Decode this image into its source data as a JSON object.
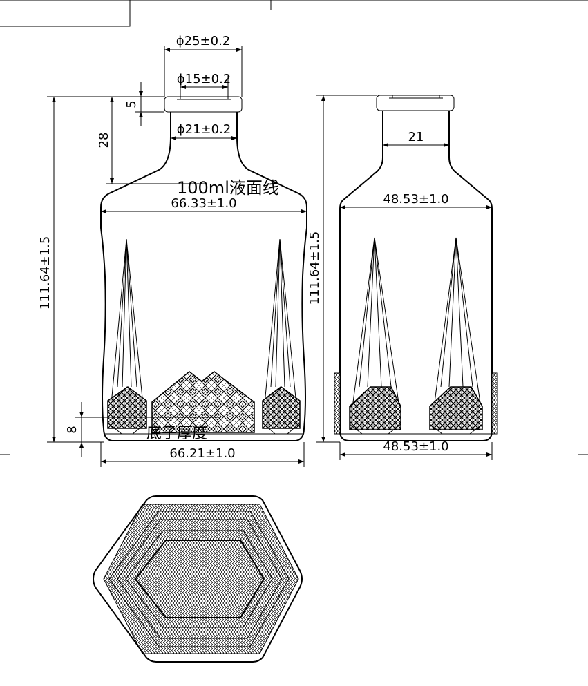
{
  "dims": {
    "top_outer_dia": "ϕ25±0.2",
    "top_inner_dia": "ϕ15±0.2",
    "neck_dia": "ϕ21±0.2",
    "lip_height": "5",
    "neck_height": "28",
    "total_height_front": "111.64±1.5",
    "total_height_side": "111.64±1.5",
    "body_width_top": "66.33±1.0",
    "body_width_bottom": "66.21±1.0",
    "side_neck": "21",
    "side_width_top": "48.53±1.0",
    "side_width_bottom": "48.53±1.0",
    "base_thickness_dim": "8"
  },
  "notes": {
    "liquid_level": "100ml液面线",
    "base_thickness": "底子厚度"
  }
}
